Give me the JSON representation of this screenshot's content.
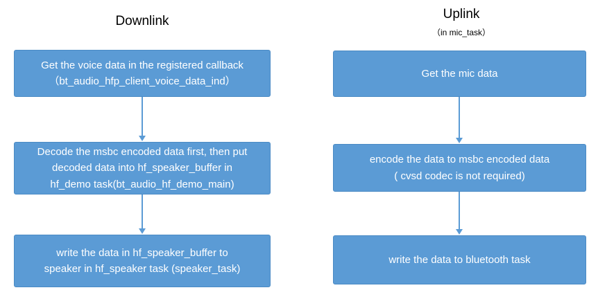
{
  "colors": {
    "box_fill": "#5b9bd5",
    "box_border": "#4a8ac4",
    "arrow": "#5b9bd5",
    "box_text": "#ffffff",
    "title_text": "#000000"
  },
  "downlink": {
    "title": "Downlink",
    "steps": [
      {
        "text": "Get the voice data in the registered callback\n（bt_audio_hfp_client_voice_data_ind）"
      },
      {
        "text": "Decode the msbc encoded data first, then put\ndecoded data into hf_speaker_buffer in\nhf_demo task(bt_audio_hf_demo_main)"
      },
      {
        "text": "write the data in hf_speaker_buffer to\nspeaker in hf_speaker task (speaker_task)"
      }
    ]
  },
  "uplink": {
    "title": "Uplink",
    "subtitle": "（in mic_task）",
    "steps": [
      {
        "text": "Get the mic data"
      },
      {
        "text": "encode the data to msbc encoded data\n( cvsd codec is not required)"
      },
      {
        "text": "write the data to bluetooth  task"
      }
    ]
  }
}
